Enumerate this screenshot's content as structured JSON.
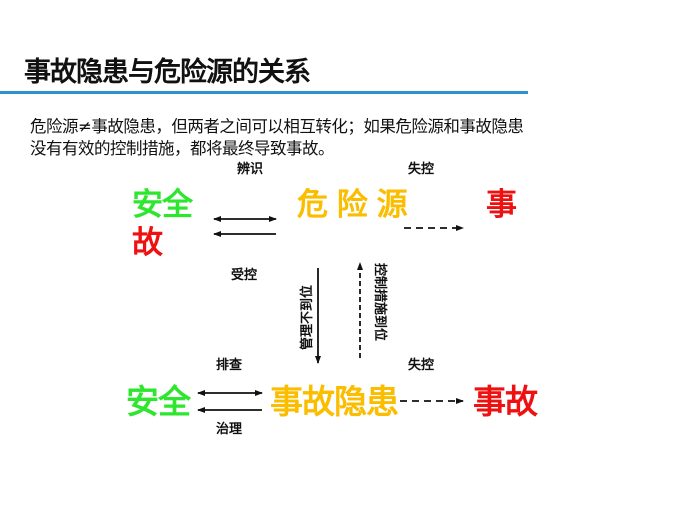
{
  "title": "事故隐患与危险源的关系",
  "body": [
    "危险源≠事故隐患，但两者之间可以相互转化；如果危险源和事故隐患",
    "没有有效的控制措施，都将最终导致事故。"
  ],
  "top_row": {
    "safe": "安全",
    "accident_part1": "事",
    "accident_part2": "故",
    "hazard": "危 险 源",
    "label_identify": "辨识",
    "label_lose_control": "失控",
    "label_controlled": "受控"
  },
  "vertical": {
    "down_label": "管理不到位",
    "up_label": "控制措施到位"
  },
  "bottom_row": {
    "safe": "安全",
    "hidden_danger": "事故隐患",
    "accident": "事故",
    "label_inspect": "排查",
    "label_govern": "治理",
    "label_lose_control": "失控"
  },
  "colors": {
    "safe": "#2ee62e",
    "hazard": "#fbbd00",
    "accident": "#ee1111",
    "rule": "#2a93c9"
  }
}
